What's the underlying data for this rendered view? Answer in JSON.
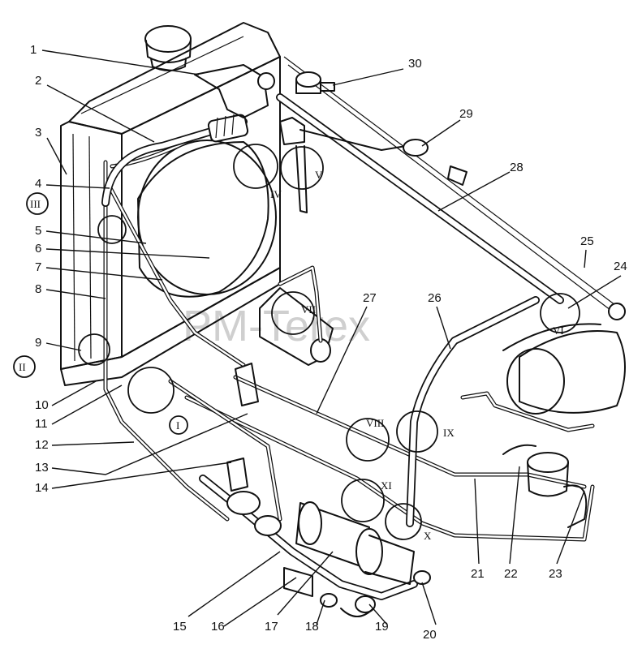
{
  "watermark": "PM-Terex",
  "part_numbers": [
    "1",
    "2",
    "3",
    "4",
    "5",
    "6",
    "7",
    "8",
    "9",
    "10",
    "11",
    "12",
    "13",
    "14",
    "15",
    "16",
    "17",
    "18",
    "19",
    "20",
    "21",
    "22",
    "23",
    "24",
    "25",
    "26",
    "27",
    "28",
    "29",
    "30"
  ],
  "detail_views": [
    "I",
    "II",
    "III",
    "IV",
    "V",
    "VI",
    "VII",
    "VIII",
    "IX",
    "X",
    "XI"
  ]
}
